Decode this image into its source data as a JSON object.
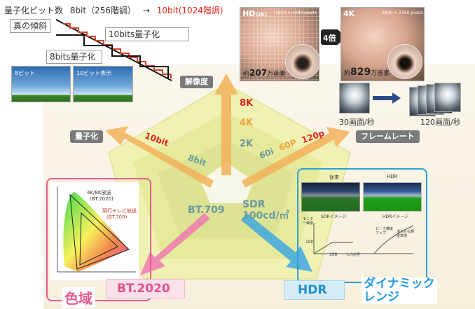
{
  "top_left": {
    "heading_prefix": "量子化ビット数",
    "heading_8bit": "8bit（256階調）",
    "heading_arrow": "→",
    "heading_10bit": "10bit(1024階調)",
    "true_slope_label": "真の傾斜",
    "ten_bit_label": "10bits量子化",
    "eight_bit_label": "8bits量子化",
    "photo_8bit_caption": "8ビット",
    "photo_10bit_caption": "10ビット表示"
  },
  "top_right": {
    "hd_label": "HD",
    "hd_small": "(2K)",
    "hd_pixels": "1920 × 1080 pixels",
    "hd_count_prefix": "約",
    "hd_count": "207",
    "hd_count_suffix": "万画素",
    "multiplier": "4倍",
    "k4_label": "4K",
    "k4_pixels": "3840 × 2160 pixels",
    "k4_count_prefix": "約",
    "k4_count": "829",
    "k4_count_suffix": "万画素"
  },
  "axes": {
    "resolution": "解像度",
    "quantization": "量子化",
    "frame_rate": "フレームレート"
  },
  "values": {
    "res_8k": "8K",
    "res_4k": "4K",
    "res_2k": "2K",
    "bit_10": "10bit",
    "bit_8": "8bit",
    "fr_60i": "60i",
    "fr_60p": "60P",
    "fr_120p": "120p",
    "bt709": "BT.709",
    "sdr_line1": "SDR",
    "sdr_line2": "100cd/㎡",
    "bt2020": "BT.2020",
    "hdr": "HDR"
  },
  "frame_rate_panel": {
    "left_caption": "30画面/秒",
    "right_caption": "120画面/秒"
  },
  "gamut_panel": {
    "title": "色域",
    "label_4k8k": "4K/8K放送",
    "label_bt2020": "(BT.2020)",
    "label_current": "現行テレビ放送",
    "label_bt709": "(BT.709)"
  },
  "hdr_panel": {
    "title_line1": "ダイナミック",
    "title_line2": "レンジ",
    "col_conventional": "従来",
    "col_hdr": "HDR",
    "sdr_image_caption": "SDRイメージ",
    "hdr_image_caption": "HDRイメージ",
    "monitor_brightness": "モニター輝度",
    "value_100": "100",
    "input_signal": "入力信号",
    "peak_up": "ピーク輝度アップ",
    "smooth": "滑らかな輝度表現"
  },
  "colors": {
    "pentagon_fill": "#eef0a8",
    "red_text": "#e0261c",
    "orange_text": "#f0a33a",
    "pink_frame": "#e85a93",
    "blue_frame": "#2d9fd8",
    "blue_title": "#1f9be0"
  }
}
